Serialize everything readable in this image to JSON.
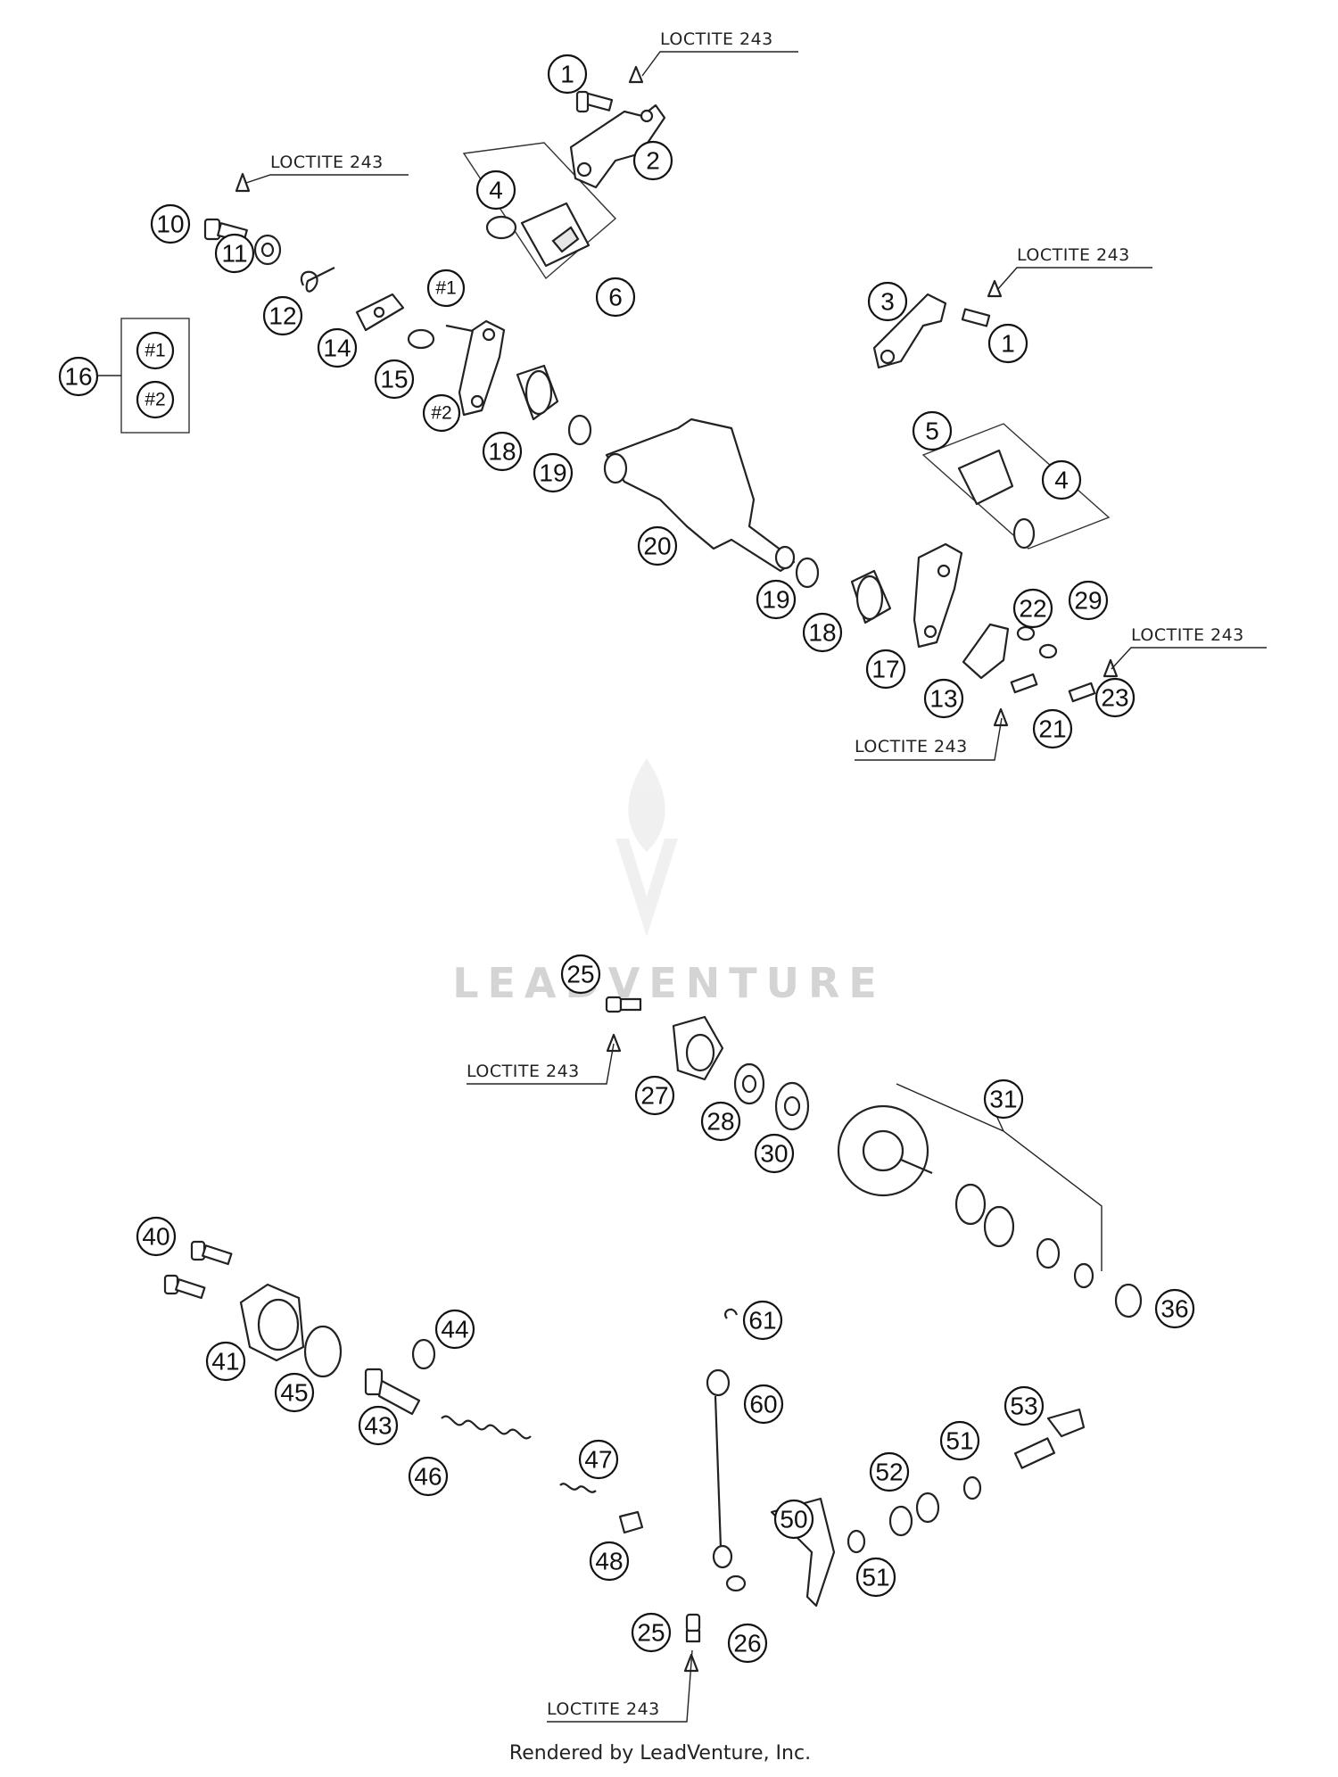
{
  "watermark": {
    "text": "LEADVENTURE",
    "logo_icon": "flame-v-logo-icon"
  },
  "credit": "Rendered by LeadVenture, Inc.",
  "note_label": "LOCTITE 243",
  "callouts": [
    {
      "id": "c1a",
      "label": "1"
    },
    {
      "id": "c2",
      "label": "2"
    },
    {
      "id": "c10",
      "label": "10"
    },
    {
      "id": "c4a",
      "label": "4"
    },
    {
      "id": "c6",
      "label": "6"
    },
    {
      "id": "c11",
      "label": "11"
    },
    {
      "id": "c12",
      "label": "12"
    },
    {
      "id": "c14",
      "label": "14"
    },
    {
      "id": "c15",
      "label": "15"
    },
    {
      "id": "c16",
      "label": "16"
    },
    {
      "id": "c16_1",
      "label": "#1"
    },
    {
      "id": "c16_2",
      "label": "#2"
    },
    {
      "id": "c3",
      "label": "3"
    },
    {
      "id": "c1b",
      "label": "1"
    },
    {
      "id": "cm1",
      "label": "#1"
    },
    {
      "id": "cm2",
      "label": "#2"
    },
    {
      "id": "c18a",
      "label": "18"
    },
    {
      "id": "c19a",
      "label": "19"
    },
    {
      "id": "c5",
      "label": "5"
    },
    {
      "id": "c4b",
      "label": "4"
    },
    {
      "id": "c20",
      "label": "20"
    },
    {
      "id": "c19b",
      "label": "19"
    },
    {
      "id": "c18b",
      "label": "18"
    },
    {
      "id": "c22",
      "label": "22"
    },
    {
      "id": "c29",
      "label": "29"
    },
    {
      "id": "c17",
      "label": "17"
    },
    {
      "id": "c13",
      "label": "13"
    },
    {
      "id": "c23",
      "label": "23"
    },
    {
      "id": "c21",
      "label": "21"
    },
    {
      "id": "c25a",
      "label": "25"
    },
    {
      "id": "c27",
      "label": "27"
    },
    {
      "id": "c28",
      "label": "28"
    },
    {
      "id": "c30",
      "label": "30"
    },
    {
      "id": "c31",
      "label": "31"
    },
    {
      "id": "c36",
      "label": "36"
    },
    {
      "id": "c40",
      "label": "40"
    },
    {
      "id": "c41",
      "label": "41"
    },
    {
      "id": "c44",
      "label": "44"
    },
    {
      "id": "c45",
      "label": "45"
    },
    {
      "id": "c43",
      "label": "43"
    },
    {
      "id": "c61",
      "label": "61"
    },
    {
      "id": "c60",
      "label": "60"
    },
    {
      "id": "c46",
      "label": "46"
    },
    {
      "id": "c47",
      "label": "47"
    },
    {
      "id": "c53",
      "label": "53"
    },
    {
      "id": "c51a",
      "label": "51"
    },
    {
      "id": "c52",
      "label": "52"
    },
    {
      "id": "c50",
      "label": "50"
    },
    {
      "id": "c48",
      "label": "48"
    },
    {
      "id": "c51b",
      "label": "51"
    },
    {
      "id": "c25b",
      "label": "25"
    },
    {
      "id": "c26",
      "label": "26"
    }
  ]
}
